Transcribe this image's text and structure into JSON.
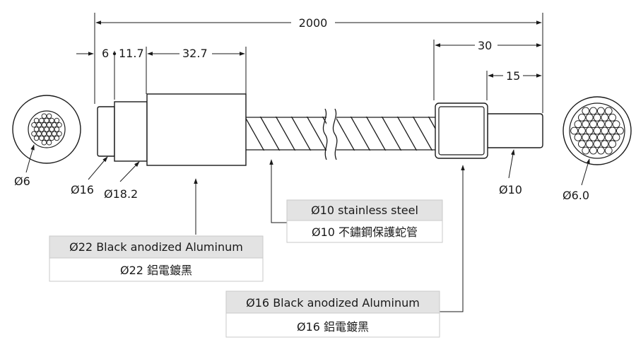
{
  "dimensions": {
    "overall_length": "2000",
    "d6_left": "6",
    "d11_7": "11.7",
    "d32_7": "32.7",
    "d30": "30",
    "d15": "15"
  },
  "diameters": {
    "left_cross_section": "Ø6",
    "tip": "Ø16",
    "collar": "Ø18.2",
    "right_tip": "Ø10",
    "right_cross_section": "Ø6.0"
  },
  "labels": {
    "tube": {
      "en": "Ø10 stainless steel",
      "zh": "Ø10 不鏽鋼保護蛇管"
    },
    "left_sleeve": {
      "en": "Ø22 Black anodized Aluminum",
      "zh": "Ø22 鋁電鍍黑"
    },
    "right_sleeve": {
      "en": "Ø16 Black anodized Aluminum",
      "zh": "Ø16 鋁電鍍黑"
    }
  },
  "colors": {
    "line": "#1a1a1a",
    "label_header": "#e3e3e3",
    "label_border": "#c9c9c9"
  }
}
